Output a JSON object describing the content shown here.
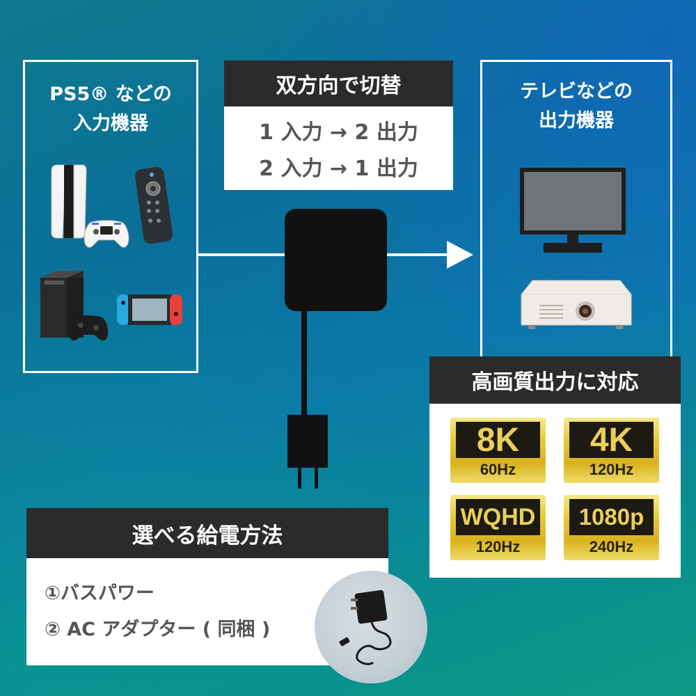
{
  "input_box": {
    "title_line1": "PS5® などの",
    "title_line2": "入力機器"
  },
  "output_box": {
    "title_line1": "テレビなどの",
    "title_line2": "出力機器"
  },
  "switching": {
    "heading": "双方向で切替",
    "line1": "1 入力 → 2 出力",
    "line2": "2 入力 → 1 出力"
  },
  "power": {
    "heading": "選べる給電方法",
    "item1": "①バスパワー",
    "item2": "② AC アダプター ( 同梱 )"
  },
  "quality": {
    "heading": "高画質出力に対応",
    "badges": [
      {
        "top": "8K",
        "bottom": "60Hz"
      },
      {
        "top": "4K",
        "bottom": "120Hz"
      },
      {
        "top": "WQHD",
        "bottom": "120Hz"
      },
      {
        "top": "1080p",
        "bottom": "240Hz"
      }
    ]
  },
  "colors": {
    "dark_panel": "#2b2b2b",
    "badge_gold": "#e7c937",
    "badge_dark": "#1d1a14"
  }
}
